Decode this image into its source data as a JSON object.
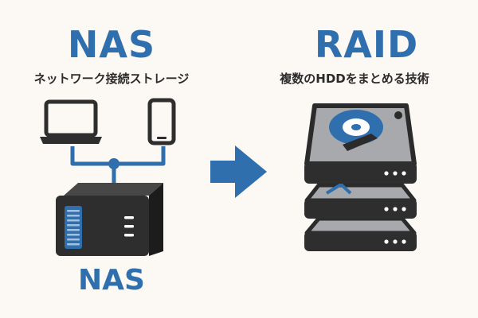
{
  "nas": {
    "title": "NAS",
    "subtitle": "ネットワーク接続ストレージ",
    "device_label": "NAS"
  },
  "raid": {
    "title": "RAID",
    "subtitle": "複数のHDDをまとめる技術"
  },
  "colors": {
    "accent_blue": "#2f6fae",
    "dark": "#2e2e2e",
    "disk_gray": "#a7a9ac",
    "background": "#fcf8f3"
  },
  "icons": [
    "laptop-icon",
    "smartphone-icon",
    "network-connector-icon",
    "nas-device-icon",
    "arrow-right-icon",
    "hard-disk-stack-icon"
  ]
}
